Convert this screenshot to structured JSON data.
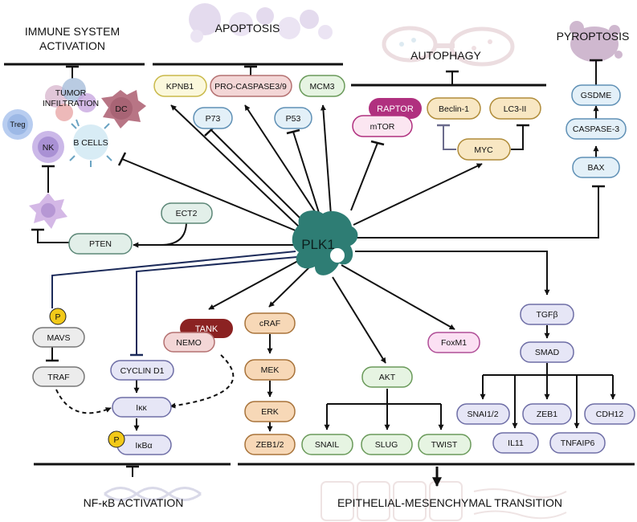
{
  "center": {
    "label": "PLK1"
  },
  "headers": {
    "immune": [
      "IMMUNE SYSTEM",
      "ACTIVATION"
    ],
    "apoptosis": "APOPTOSIS",
    "autophagy": "AUTOPHAGY",
    "pyroptosis": "PYROPTOSIS",
    "nfkb": "NF-κB ACTIVATION",
    "emt": "EPITHELIAL-MESENCHYMAL TRANSITION"
  },
  "immune": {
    "tumor_infiltration": [
      "TUMOR",
      "INFILTRATION"
    ],
    "dc": "DC",
    "treg": "Treg",
    "nk": "NK",
    "b_cells": "B CELLS"
  },
  "nodes": {
    "kpnb1": "KPNB1",
    "procaspase": "PRO-CASPASE3/9",
    "mcm3": "MCM3",
    "p73": "P73",
    "p53": "P53",
    "raptor": "RAPTOR",
    "mtor": "mTOR",
    "beclin1": "Beclin-1",
    "lc3ii": "LC3-II",
    "myc": "MYC",
    "gsdme": "GSDME",
    "caspase3": "CASPASE-3",
    "bax": "BAX",
    "ect2": "ECT2",
    "pten": "PTEN",
    "mavs": "MAVS",
    "traf": "TRAF",
    "cyclind1": "CYCLIN D1",
    "ikk": "Iκκ",
    "ikba": "IκBα",
    "tank": "TANK",
    "nemo": "NEMO",
    "craf": "cRAF",
    "mek": "MEK",
    "erk": "ERK",
    "zeb12": "ZEB1/2",
    "foxm1": "FoxM1",
    "akt": "AKT",
    "snail": "SNAIL",
    "slug": "SLUG",
    "twist": "TWIST",
    "tgfb": "TGFβ",
    "smad": "SMAD",
    "snai12": "SNAI1/2",
    "zeb1": "ZEB1",
    "cdh12": "CDH12",
    "il11": "IL11",
    "tnfaip6": "TNFAIP6"
  },
  "phospho": "P",
  "colors": {
    "plk1": "#2e7d74",
    "yellow_node": "#fbf8dc",
    "yellow_border": "#c9b94a",
    "pink_node": "#f3d6d6",
    "pink_border": "#b47070",
    "green_node": "#e6f4e2",
    "green_border": "#6a9a5a",
    "blue_node": "#e3f0f8",
    "blue_border": "#5f90b5",
    "raptor": "#b0307f",
    "mtor_node": "#fbe6f1",
    "tan_node": "#f8e7c3",
    "tan_border": "#b08c3a",
    "teal_node": "#e2efe9",
    "teal_border": "#5c8777",
    "grey_node": "#ececec",
    "grey_border": "#777777",
    "lavender_node": "#e6e6f6",
    "lavender_border": "#6e6ea6",
    "tank": "#8b2222",
    "orange_node": "#f7d8b7",
    "orange_border": "#a8733a",
    "magenta_node": "#fbe0f3",
    "magenta_border": "#b04e97",
    "navy_line": "#1c2b5a",
    "phospho_yellow": "#f2c919"
  }
}
